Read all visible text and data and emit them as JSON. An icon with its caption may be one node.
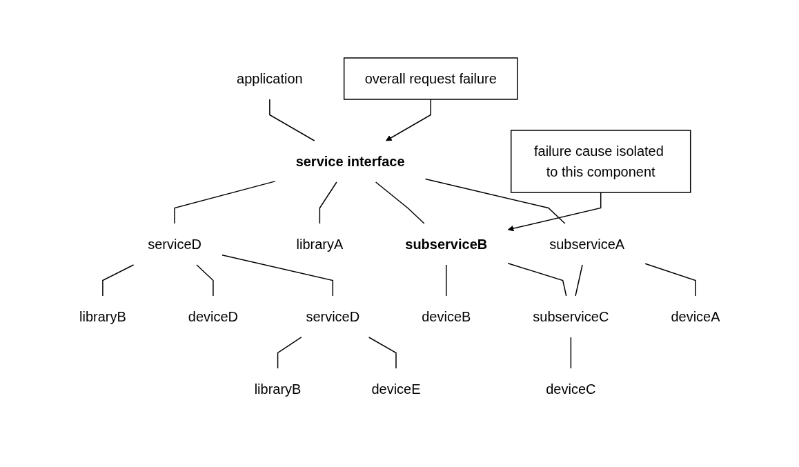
{
  "diagram": {
    "nodes": [
      {
        "text": [
          "overall request failure"
        ]
      },
      {
        "text": [
          "application"
        ]
      },
      {
        "text": [
          "service interface"
        ]
      },
      {
        "text": [
          "subserviceA"
        ]
      },
      {
        "text": [
          "subserviceB"
        ]
      },
      {
        "text": [
          "libraryA"
        ]
      },
      {
        "text": [
          "serviceD"
        ]
      },
      {
        "text": [
          "serviceD"
        ]
      },
      {
        "text": [
          "deviceA"
        ]
      },
      {
        "text": [
          "subserviceC"
        ]
      },
      {
        "text": [
          "deviceB"
        ]
      },
      {
        "text": [
          "deviceD"
        ]
      },
      {
        "text": [
          "libraryB"
        ]
      },
      {
        "text": [
          "deviceE"
        ]
      },
      {
        "text": [
          "libraryB"
        ]
      },
      {
        "text": [
          "deviceC"
        ]
      },
      {
        "text": [
          "failure cause isolated to this component"
        ]
      }
    ],
    "edges": [
      {
        "from": 0,
        "to": 2,
        "arrow": "to"
      },
      {
        "from": 1,
        "to": 2,
        "arrow": "none"
      },
      {
        "from": 2,
        "to": 3,
        "arrow": "none"
      },
      {
        "from": 2,
        "to": 4,
        "arrow": "none"
      },
      {
        "from": 2,
        "to": 5,
        "arrow": "none"
      },
      {
        "from": 2,
        "to": 6,
        "arrow": "none"
      },
      {
        "from": 6,
        "to": 7,
        "arrow": "none"
      },
      {
        "from": 3,
        "to": 8,
        "arrow": "none"
      },
      {
        "from": 3,
        "to": 9,
        "arrow": "none"
      },
      {
        "from": 4,
        "to": 9,
        "arrow": "none"
      },
      {
        "from": 4,
        "to": 10,
        "arrow": "none"
      },
      {
        "from": 9,
        "to": 15,
        "arrow": "none"
      },
      {
        "from": 6,
        "to": 11,
        "arrow": "none"
      },
      {
        "from": 6,
        "to": 12,
        "arrow": "none"
      },
      {
        "from": 7,
        "to": 13,
        "arrow": "none"
      },
      {
        "from": 7,
        "to": 14,
        "arrow": "none"
      },
      {
        "from": 16,
        "to": 4,
        "arrow": "to"
      }
    ]
  }
}
